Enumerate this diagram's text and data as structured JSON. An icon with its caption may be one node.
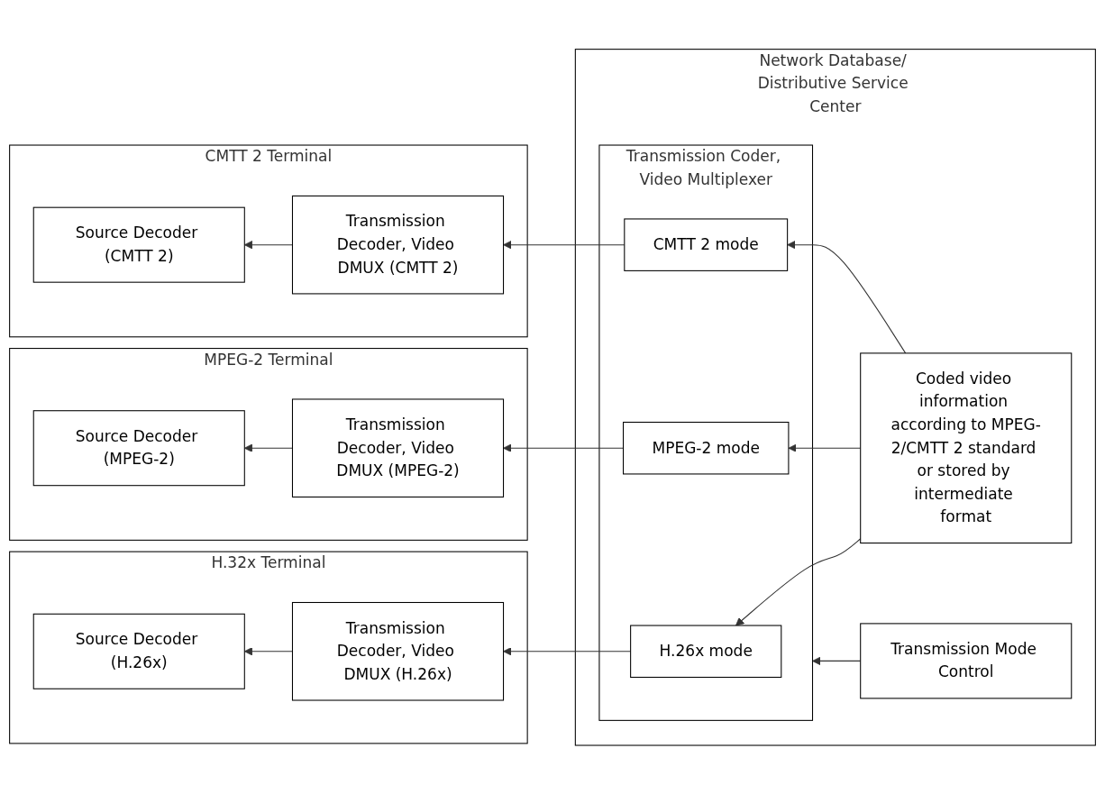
{
  "diagram": {
    "nodes": [
      {
        "text": [
          "H.32x Terminal"
        ]
      },
      {
        "text": [
          "Source Decoder (H.26x)"
        ],
        "in": 0
      },
      {
        "text": [
          "Transmission Decoder, Video DMUX (H.26x)"
        ],
        "in": 0
      },
      {
        "text": [
          "MPEG-2 Terminal"
        ]
      },
      {
        "text": [
          "Source Decoder (MPEG-2)"
        ],
        "in": 3
      },
      {
        "text": [
          "Transmission Decoder, Video DMUX (MPEG-2)"
        ],
        "in": 3
      },
      {
        "text": [
          "CMTT 2 Terminal"
        ]
      },
      {
        "text": [
          "Source Decoder (CMTT 2)"
        ],
        "in": 6
      },
      {
        "text": [
          "Transmission Decoder, Video DMUX (CMTT 2)"
        ],
        "in": 6
      },
      {
        "text": [
          "Network Database/ Distributive Service Center"
        ]
      },
      {
        "text": [
          "Transmission Mode Control"
        ],
        "in": 9
      },
      {
        "text": [
          "Transmission Coder, Video Multiplexer"
        ],
        "in": 9
      },
      {
        "text": [
          "H.26x mode"
        ],
        "in": 11
      },
      {
        "text": [
          "MPEG-2 mode"
        ],
        "in": 11
      },
      {
        "text": [
          "CMTT 2 mode"
        ],
        "in": 11
      },
      {
        "text": [
          "Coded video information according to MPEG-2/CMTT 2 standard or stored by intermediate format"
        ],
        "in": 9
      }
    ],
    "edges": [
      {
        "from": 2,
        "to": 1,
        "arrow": "to"
      },
      {
        "from": 5,
        "to": 4,
        "arrow": "to"
      },
      {
        "from": 8,
        "to": 7,
        "arrow": "to"
      },
      {
        "from": 12,
        "to": 2,
        "arrow": "to"
      },
      {
        "from": 13,
        "to": 5,
        "arrow": "to"
      },
      {
        "from": 14,
        "to": 8,
        "arrow": "to"
      },
      {
        "from": 15,
        "to": 12,
        "arrow": "to"
      },
      {
        "from": 15,
        "to": 13,
        "arrow": "to"
      },
      {
        "from": 15,
        "to": 14,
        "arrow": "to"
      },
      {
        "from": 10,
        "to": 11,
        "arrow": "to"
      }
    ]
  }
}
